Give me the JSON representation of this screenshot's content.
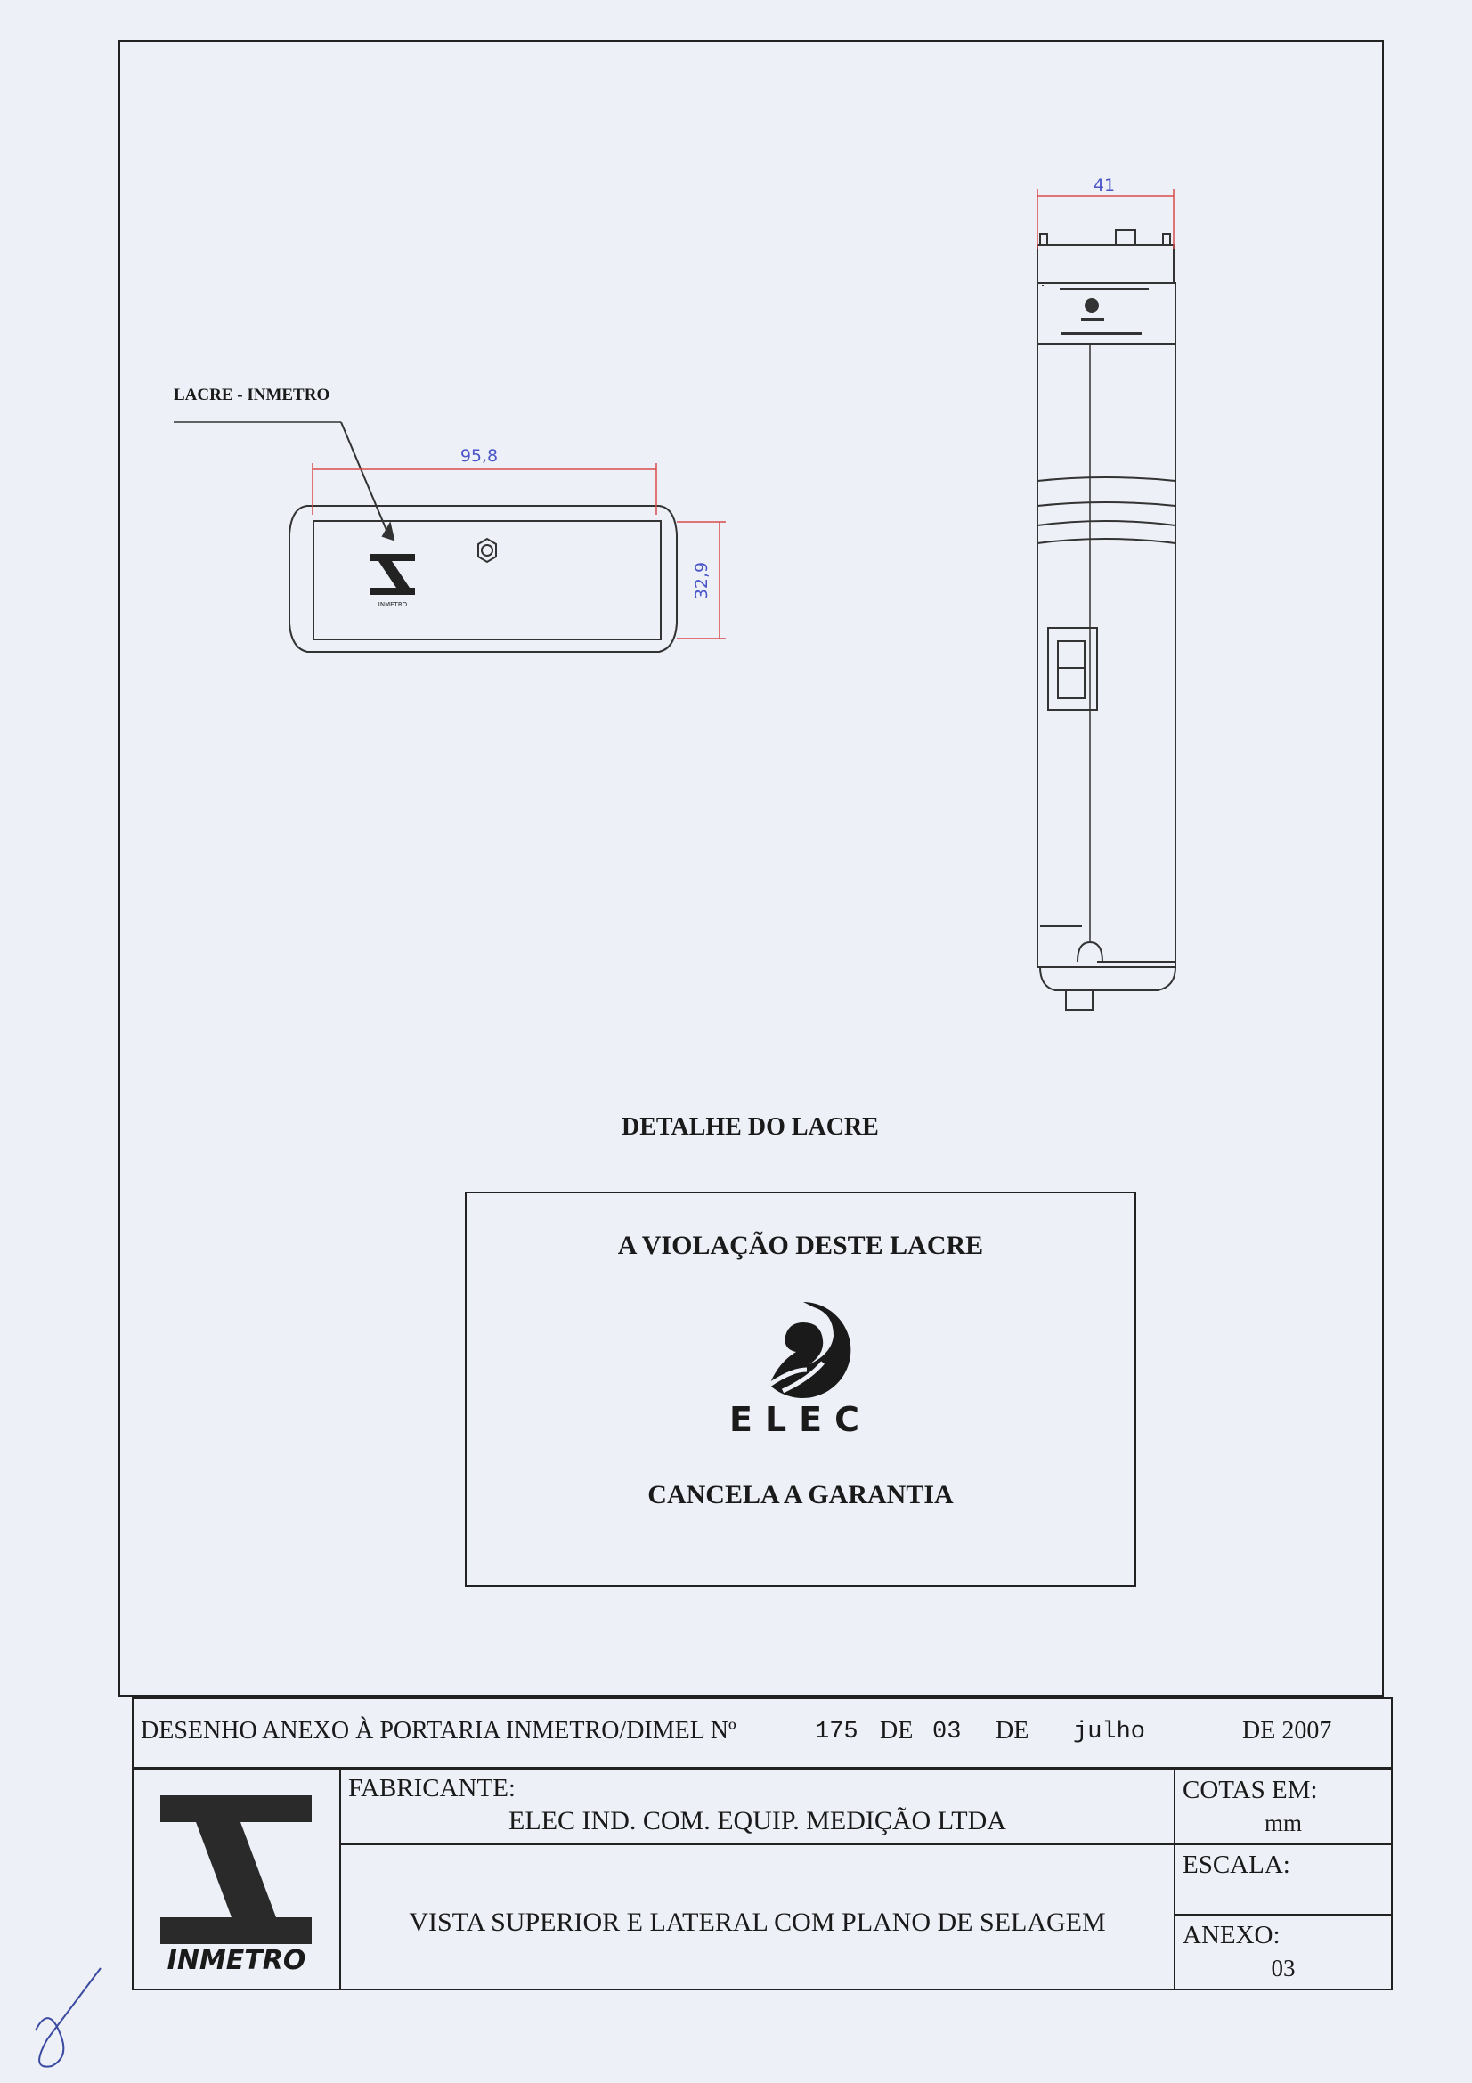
{
  "drawing": {
    "lacre_label": "LACRE - INMETRO",
    "dim_length": "95,8",
    "dim_height": "32,9",
    "dim_width": "41",
    "small_logo_text": "INMETRO"
  },
  "detail_title": "DETALHE DO LACRE",
  "seal": {
    "top_text": "A VIOLAÇÃO DESTE LACRE",
    "brand": "ELEC",
    "bottom_text": "CANCELA A GARANTIA"
  },
  "portaria": {
    "prefix": "DESENHO ANEXO À PORTARIA INMETRO/DIMEL Nº",
    "number": "175",
    "de1": "DE",
    "day": "03",
    "de2": "DE",
    "month": "julho",
    "year_text": "DE 2007"
  },
  "title_block": {
    "logo_text": "INMETRO",
    "fabricante_label": "FABRICANTE:",
    "fabricante_value": "ELEC IND. COM. EQUIP. MEDIÇÃO LTDA",
    "title": "VISTA SUPERIOR E LATERAL COM PLANO DE SELAGEM",
    "cotas_label": "COTAS EM:",
    "cotas_value": "mm",
    "escala_label": "ESCALA:",
    "anexo_label": "ANEXO:",
    "anexo_value": "03"
  },
  "colors": {
    "dimension_line": "#d84a4a",
    "dimension_text": "#4a55c8",
    "ink": "#1a1a1a"
  }
}
